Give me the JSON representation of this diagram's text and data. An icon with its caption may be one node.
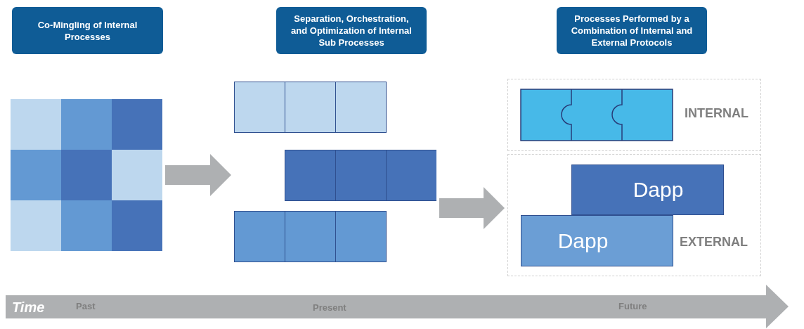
{
  "diagram": {
    "nodes": [
      {
        "text": [
          "Co-Mingling of Internal Processes"
        ]
      },
      {
        "text": [
          "Separation, Orchestration, and Optimization of Internal Sub Processes"
        ]
      },
      {
        "text": [
          "Processes Performed by a Combination of Internal and External Protocols"
        ]
      },
      {
        "text": [],
        "shape": "picture"
      },
      {
        "text": [],
        "shape": "picture"
      },
      {
        "text": [
          "INTERNAL"
        ]
      },
      {
        "text": [
          "EXTERNAL"
        ]
      },
      {
        "text": [
          "Dapp"
        ],
        "in": 6
      },
      {
        "text": [
          "Dapp"
        ],
        "in": 6
      },
      {
        "text": [
          "Time",
          "Past",
          "Present",
          "Future"
        ]
      }
    ],
    "edges": [
      {
        "from": 3,
        "to": 4,
        "arrow": "to"
      },
      {
        "from": 4,
        "to": 6,
        "arrow": "to"
      }
    ]
  }
}
